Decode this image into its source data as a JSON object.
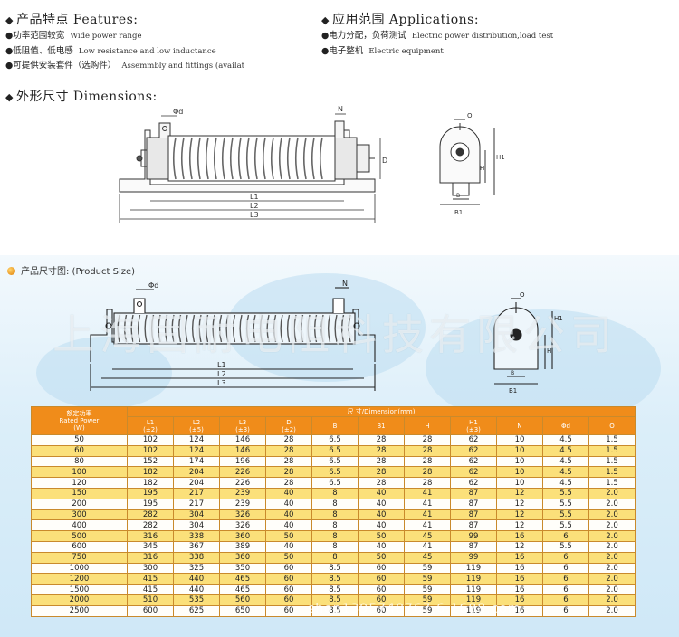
{
  "features": {
    "title": "产品特点 Features:",
    "items": [
      {
        "cn": "功率范围较宽",
        "en": "Wide power range"
      },
      {
        "cn": "低阻值、低电感",
        "en": "Low resistance and low inductance"
      },
      {
        "cn": "可提供安装套件（选购件）",
        "en": "Assemmbly and fittings   (availat"
      }
    ]
  },
  "applications": {
    "title": "应用范围 Applications:",
    "items": [
      {
        "cn": "电力分配，负荷测试",
        "en": "Electric power distribution,load test"
      },
      {
        "cn": "电子整机",
        "en": "Electric equipment"
      }
    ]
  },
  "dimensions": {
    "title": "外形尺寸 Dimensions:",
    "labels": {
      "phid": "Φd",
      "n": "N",
      "d": "D",
      "o": "O",
      "h": "H",
      "h1": "H1",
      "b": "B",
      "b1": "B1",
      "l1": "L1",
      "l2": "L2",
      "l3": "L3"
    }
  },
  "product_size": {
    "title": "产品尺寸图: (Product Size)",
    "watermark": "上海固耐电阻科技有限公司",
    "site_watermark": "shop1395748767.6.1688.com",
    "labels": {
      "phid": "Φd",
      "n": "N",
      "o": "O",
      "h": "H",
      "h1": "H1",
      "b": "B",
      "b1": "B1",
      "l1": "L1",
      "l2": "L2",
      "l3": "L3"
    }
  },
  "table": {
    "power_header": {
      "cn": "额定功率",
      "en": "Rated Power",
      "unit": "(W)"
    },
    "dim_header": "尺    寸/Dimension(mm)",
    "columns": [
      {
        "name": "L1",
        "tol": "(±2)"
      },
      {
        "name": "L2",
        "tol": "(±5)"
      },
      {
        "name": "L3",
        "tol": "(±3)"
      },
      {
        "name": "D",
        "tol": "(±2)"
      },
      {
        "name": "B",
        "tol": ""
      },
      {
        "name": "B1",
        "tol": ""
      },
      {
        "name": "H",
        "tol": ""
      },
      {
        "name": "H1",
        "tol": "(±3)"
      },
      {
        "name": "N",
        "tol": ""
      },
      {
        "name": "Φd",
        "tol": ""
      },
      {
        "name": "O",
        "tol": ""
      }
    ],
    "rows": [
      [
        "50",
        "102",
        "124",
        "146",
        "28",
        "6.5",
        "28",
        "28",
        "62",
        "10",
        "4.5",
        "1.5"
      ],
      [
        "60",
        "102",
        "124",
        "146",
        "28",
        "6.5",
        "28",
        "28",
        "62",
        "10",
        "4.5",
        "1.5"
      ],
      [
        "80",
        "152",
        "174",
        "196",
        "28",
        "6.5",
        "28",
        "28",
        "62",
        "10",
        "4.5",
        "1.5"
      ],
      [
        "100",
        "182",
        "204",
        "226",
        "28",
        "6.5",
        "28",
        "28",
        "62",
        "10",
        "4.5",
        "1.5"
      ],
      [
        "120",
        "182",
        "204",
        "226",
        "28",
        "6.5",
        "28",
        "28",
        "62",
        "10",
        "4.5",
        "1.5"
      ],
      [
        "150",
        "195",
        "217",
        "239",
        "40",
        "8",
        "40",
        "41",
        "87",
        "12",
        "5.5",
        "2.0"
      ],
      [
        "200",
        "195",
        "217",
        "239",
        "40",
        "8",
        "40",
        "41",
        "87",
        "12",
        "5.5",
        "2.0"
      ],
      [
        "300",
        "282",
        "304",
        "326",
        "40",
        "8",
        "40",
        "41",
        "87",
        "12",
        "5.5",
        "2.0"
      ],
      [
        "400",
        "282",
        "304",
        "326",
        "40",
        "8",
        "40",
        "41",
        "87",
        "12",
        "5.5",
        "2.0"
      ],
      [
        "500",
        "316",
        "338",
        "360",
        "50",
        "8",
        "50",
        "45",
        "99",
        "16",
        "6",
        "2.0"
      ],
      [
        "600",
        "345",
        "367",
        "389",
        "40",
        "8",
        "40",
        "41",
        "87",
        "12",
        "5.5",
        "2.0"
      ],
      [
        "750",
        "316",
        "338",
        "360",
        "50",
        "8",
        "50",
        "45",
        "99",
        "16",
        "6",
        "2.0"
      ],
      [
        "1000",
        "300",
        "325",
        "350",
        "60",
        "8.5",
        "60",
        "59",
        "119",
        "16",
        "6",
        "2.0"
      ],
      [
        "1200",
        "415",
        "440",
        "465",
        "60",
        "8.5",
        "60",
        "59",
        "119",
        "16",
        "6",
        "2.0"
      ],
      [
        "1500",
        "415",
        "440",
        "465",
        "60",
        "8.5",
        "60",
        "59",
        "119",
        "16",
        "6",
        "2.0"
      ],
      [
        "2000",
        "510",
        "535",
        "560",
        "60",
        "8.5",
        "60",
        "59",
        "119",
        "16",
        "6",
        "2.0"
      ],
      [
        "2500",
        "600",
        "625",
        "650",
        "60",
        "8.5",
        "60",
        "59",
        "119",
        "16",
        "6",
        "2.0"
      ]
    ]
  }
}
